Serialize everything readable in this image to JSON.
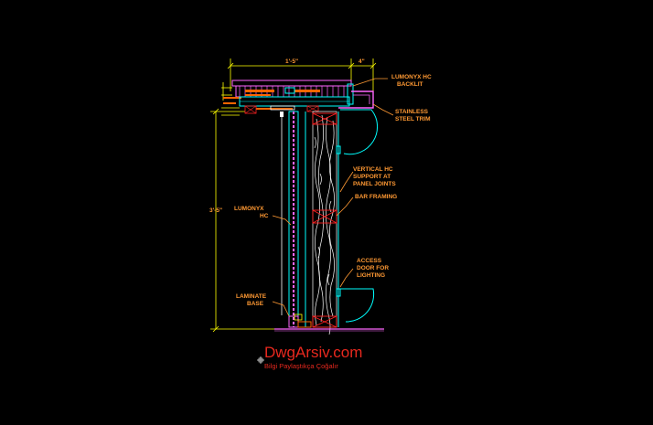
{
  "drawing": {
    "dim_top_width": "1'-5\"",
    "dim_top_right": "4\"",
    "dim_height": "3'-5\"",
    "labels": {
      "lumonyx_backlit_1": "LUMONYX HC",
      "lumonyx_backlit_2": "BACKLIT",
      "stainless_1": "STAINLESS",
      "stainless_2": "STEEL TRIM",
      "vertical_1": "VERTICAL HC",
      "vertical_2": "SUPPORT AT",
      "vertical_3": "PANEL JOINTS",
      "bar_framing": "BAR FRAMING",
      "lumonyx_hc_1": "LUMONYX",
      "lumonyx_hc_2": "HC",
      "access_1": "ACCESS",
      "access_2": "DOOR FOR",
      "access_3": "LIGHTING",
      "laminate_1": "LAMINATE",
      "laminate_2": "BASE"
    }
  },
  "watermark": {
    "title": "DwgArsiv.com",
    "subtitle": "Bilgi Paylaştıkça Çoğalır"
  },
  "colors": {
    "background": "#000000",
    "dimension": "#ffff00",
    "label": "#ff9933",
    "hatch": "#ff66ff",
    "wood": "#ffffff",
    "cyan": "#00ffff",
    "framing": "#ff2222",
    "watermark": "#e8281e"
  }
}
